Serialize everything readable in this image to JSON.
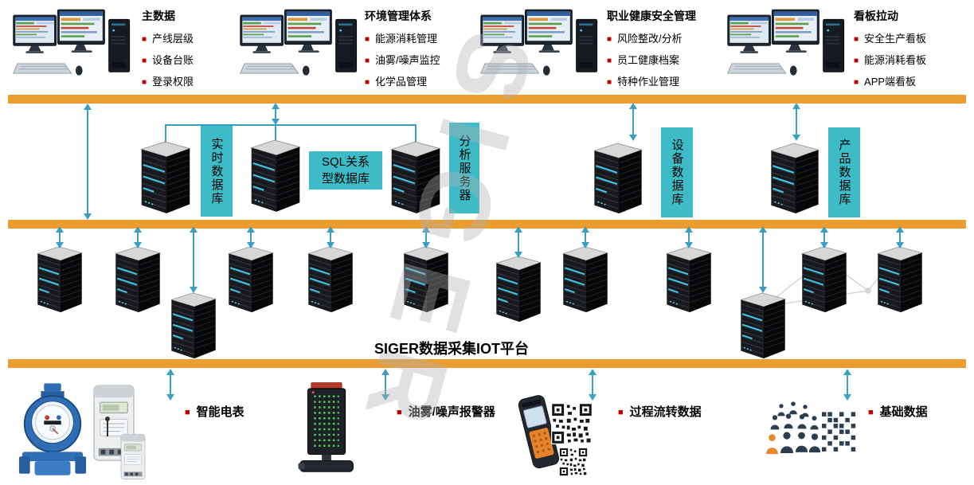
{
  "top_groups": [
    {
      "title": "主数据",
      "items": [
        "产线层级",
        "设备台账",
        "登录权限"
      ]
    },
    {
      "title": "环境管理体系",
      "items": [
        "能源消耗管理",
        "油雾/噪声监控",
        "化学品管理"
      ]
    },
    {
      "title": "职业健康安全管理",
      "items": [
        "风险整改/分析",
        "员工健康档案",
        "特种作业管理"
      ]
    },
    {
      "title": "看板拉动",
      "items": [
        "安全生产看板",
        "能源消耗看板",
        "APP端看板"
      ]
    }
  ],
  "middle_labels": {
    "realtime_db": "实时数据库",
    "sql_db": "SQL关系\n型数据库",
    "analysis_server": "分析服务器",
    "equipment_db": "设备数据库",
    "product_db": "产品数据库"
  },
  "platform_title": "SIGER数据采集IOT平台",
  "watermark": "SIGER",
  "bottom_labels": {
    "smart_meter": "智能电表",
    "oil_mist_alarm": "油雾/噪声报警器",
    "process_flow": "过程流转数据",
    "base_data": "基础数据"
  },
  "colors": {
    "bar_orange": "#EC9D2F",
    "label_teal": "#3DBCC7",
    "arrow_blue": "#3A9FC1",
    "bullet_red": "#C00000"
  }
}
